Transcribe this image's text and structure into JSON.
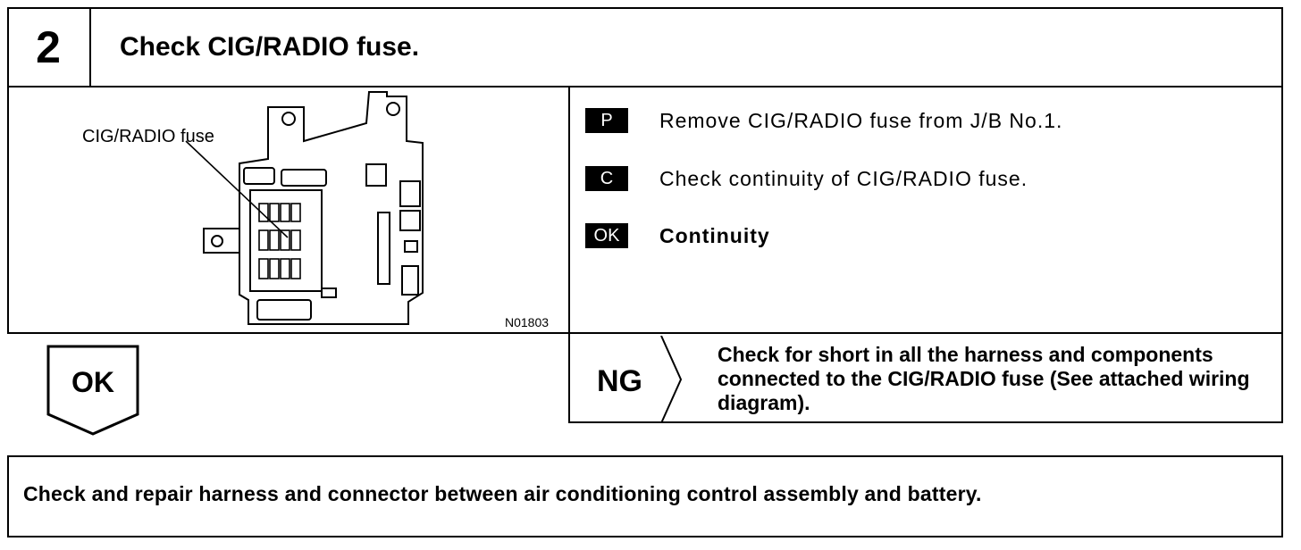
{
  "step": {
    "number": "2",
    "title": "Check CIG/RADIO fuse."
  },
  "diagram": {
    "callout_label": "CIG/RADIO fuse",
    "figure_id": "N01803"
  },
  "instructions": [
    {
      "tag": "P",
      "text": "Remove CIG/RADIO fuse from J/B No.1."
    },
    {
      "tag": "C",
      "text": "Check continuity of CIG/RADIO fuse."
    },
    {
      "tag": "OK",
      "text": "Continuity"
    }
  ],
  "results": {
    "ok_label": "OK",
    "ng_label": "NG",
    "ng_action": "Check for short in all the harness and components connected to the CIG/RADIO fuse (See attached wiring diagram)."
  },
  "next_step": {
    "text": "Check and repair harness and connector between air conditioning control assembly and battery."
  }
}
